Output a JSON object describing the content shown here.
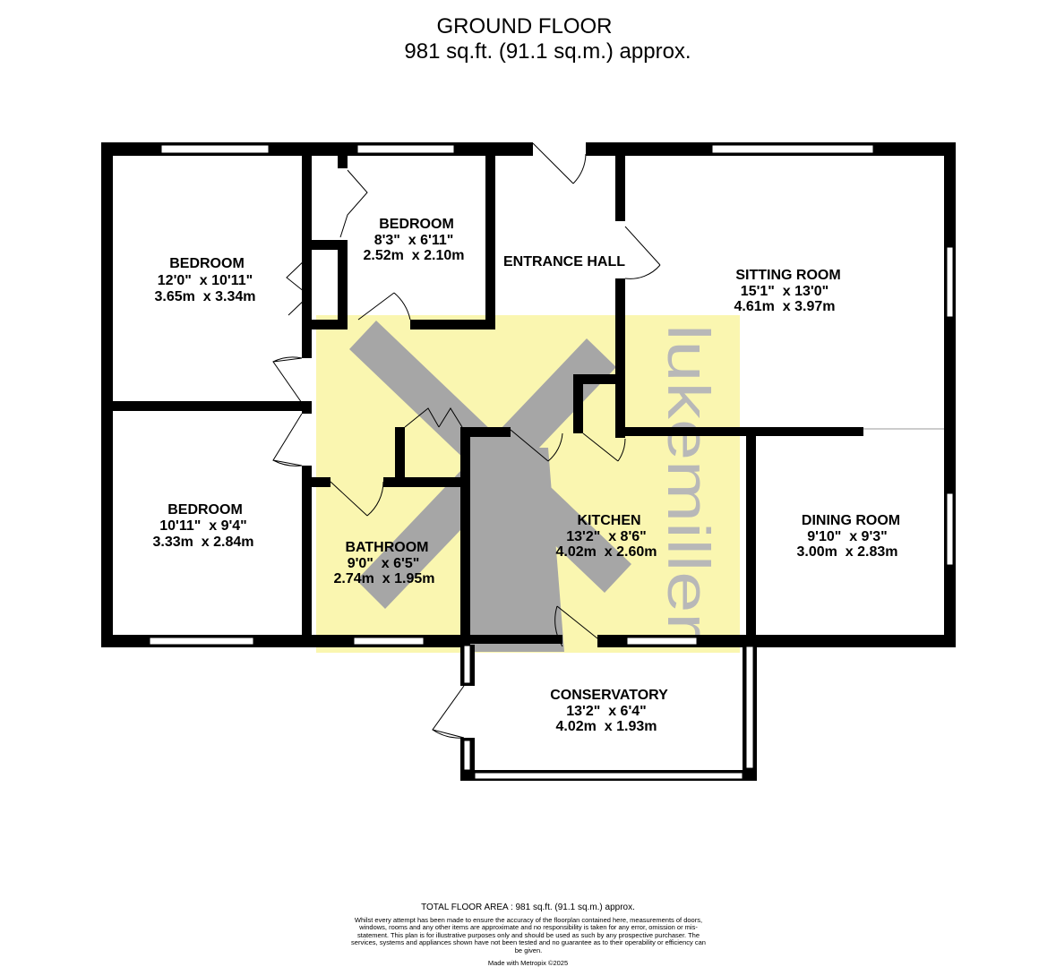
{
  "header": {
    "title": "GROUND FLOOR",
    "area": "981 sq.ft. (91.1 sq.m.) approx."
  },
  "watermark": {
    "text": "lukemiller",
    "highlight_color": "#faf6b0",
    "logo_color": "#a6a6a6",
    "text_color": "#b8b8b8"
  },
  "colors": {
    "wall": "#000000",
    "window": "#ffffff"
  },
  "rooms": [
    {
      "id": "bedroom-1",
      "name": "BEDROOM",
      "imperial": "12'0\"  x 10'11\"",
      "metric": "3.65m  x 3.34m"
    },
    {
      "id": "bedroom-2",
      "name": "BEDROOM",
      "imperial": "8'3\"  x 6'11\"",
      "metric": "2.52m  x 2.10m"
    },
    {
      "id": "entrance-hall",
      "name": "ENTRANCE HALL"
    },
    {
      "id": "sitting-room",
      "name": "SITTING ROOM",
      "imperial": "15'1\"  x 13'0\"",
      "metric": "4.61m  x 3.97m"
    },
    {
      "id": "bedroom-3",
      "name": "BEDROOM",
      "imperial": "10'11\"  x 9'4\"",
      "metric": "3.33m  x 2.84m"
    },
    {
      "id": "bathroom",
      "name": "BATHROOM",
      "imperial": "9'0\"  x 6'5\"",
      "metric": "2.74m  x 1.95m"
    },
    {
      "id": "kitchen",
      "name": "KITCHEN",
      "imperial": "13'2\"  x 8'6\"",
      "metric": "4.02m  x 2.60m"
    },
    {
      "id": "dining-room",
      "name": "DINING ROOM",
      "imperial": "9'10\"  x 9'3\"",
      "metric": "3.00m  x 2.83m"
    },
    {
      "id": "conservatory",
      "name": "CONSERVATORY",
      "imperial": "13'2\"  x 6'4\"",
      "metric": "4.02m  x 1.93m"
    }
  ],
  "footer": {
    "total": "TOTAL FLOOR AREA : 981 sq.ft. (91.1 sq.m.) approx.",
    "disclaimer": "Whilst every attempt has been made to ensure the accuracy of the floorplan contained here, measurements of doors, windows, rooms and any other items are approximate and no responsibility is taken for any error, omission or mis-statement. This plan is for illustrative purposes only and should be used as such by any prospective purchaser. The services, systems and appliances shown have not been tested and no guarantee as to their operability or efficiency can be given.",
    "made_with": "Made with Metropix ©2025"
  }
}
